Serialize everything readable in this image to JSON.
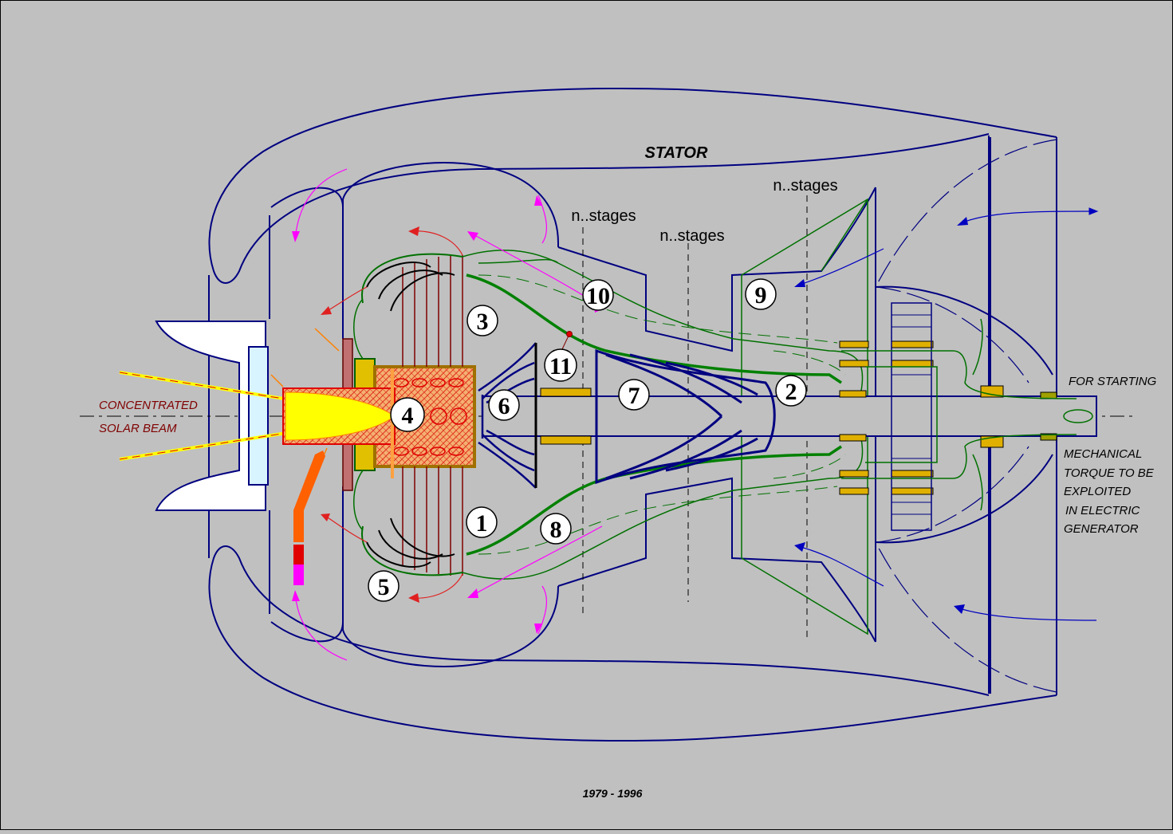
{
  "labels": {
    "stator": "STATOR",
    "stages_left": "n..stages",
    "stages_mid": "n..stages",
    "stages_right": "n..stages",
    "solar_line1": "CONCENTRATED",
    "solar_line2": "SOLAR BEAM",
    "for_starting": "FOR STARTING",
    "torque_line1": "MECHANICAL",
    "torque_line2": "TORQUE TO BE",
    "torque_line3": "EXPLOITED",
    "torque_line4": "IN ELECTRIC",
    "torque_line5": "GENERATOR",
    "date": "1979 - 1996"
  },
  "parts": [
    "1",
    "2",
    "3",
    "4",
    "5",
    "6",
    "7",
    "8",
    "9",
    "10",
    "11"
  ],
  "colors": {
    "background": "#c0c0c0",
    "casing": "#000080",
    "inner_green": "#007000",
    "beam": "#ffff00",
    "receiver_red": "#e00000",
    "arrows_magenta": "#ff00ff",
    "arrows_red": "#e02020",
    "bearings": "#e0b000",
    "text_dark_red": "#800000"
  }
}
